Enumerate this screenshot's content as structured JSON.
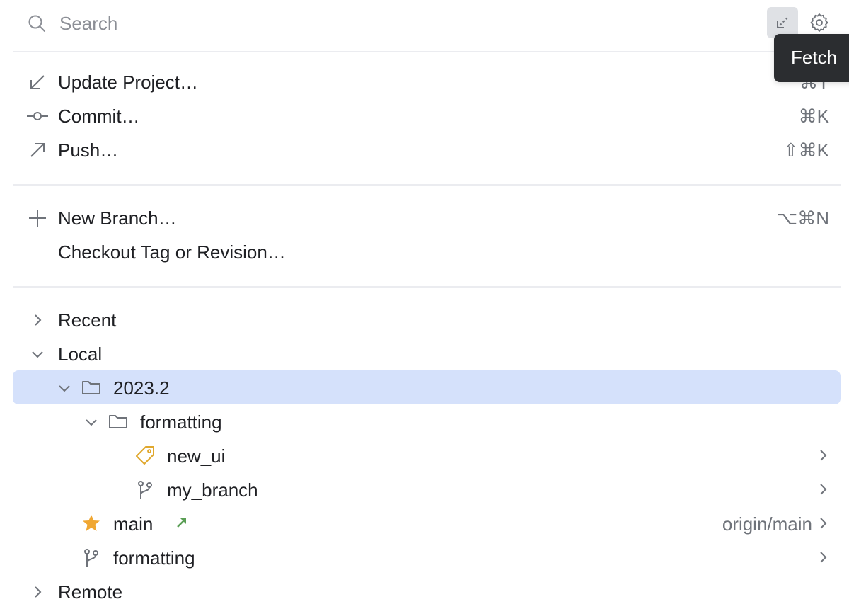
{
  "search": {
    "placeholder": "Search"
  },
  "toolbar": {
    "fetch_tooltip": "Fetch",
    "fetch_icon": "fetch-icon",
    "settings_icon": "gear-icon"
  },
  "actions": [
    {
      "label": "Update Project…",
      "shortcut": "⌘T",
      "icon": "update-icon"
    },
    {
      "label": "Commit…",
      "shortcut": "⌘K",
      "icon": "commit-icon"
    },
    {
      "label": "Push…",
      "shortcut": "⇧⌘K",
      "icon": "push-icon"
    }
  ],
  "branch_actions": [
    {
      "label": "New Branch…",
      "shortcut": "⌥⌘N",
      "icon": "plus-icon"
    },
    {
      "label": "Checkout Tag or Revision…",
      "shortcut": ""
    }
  ],
  "tree": {
    "recent": "Recent",
    "local": "Local",
    "group_2023": "2023.2",
    "group_formatting": "formatting",
    "new_ui": "new_ui",
    "my_branch": "my_branch",
    "main": "main",
    "main_tracking": "origin/main",
    "formatting": "formatting",
    "remote": "Remote"
  },
  "colors": {
    "selection": "#d5e1fb",
    "star": "#f0a732",
    "tag": "#e0a82e",
    "incoming_arrow": "#5a9e55",
    "tooltip_bg": "#2b2d30"
  }
}
